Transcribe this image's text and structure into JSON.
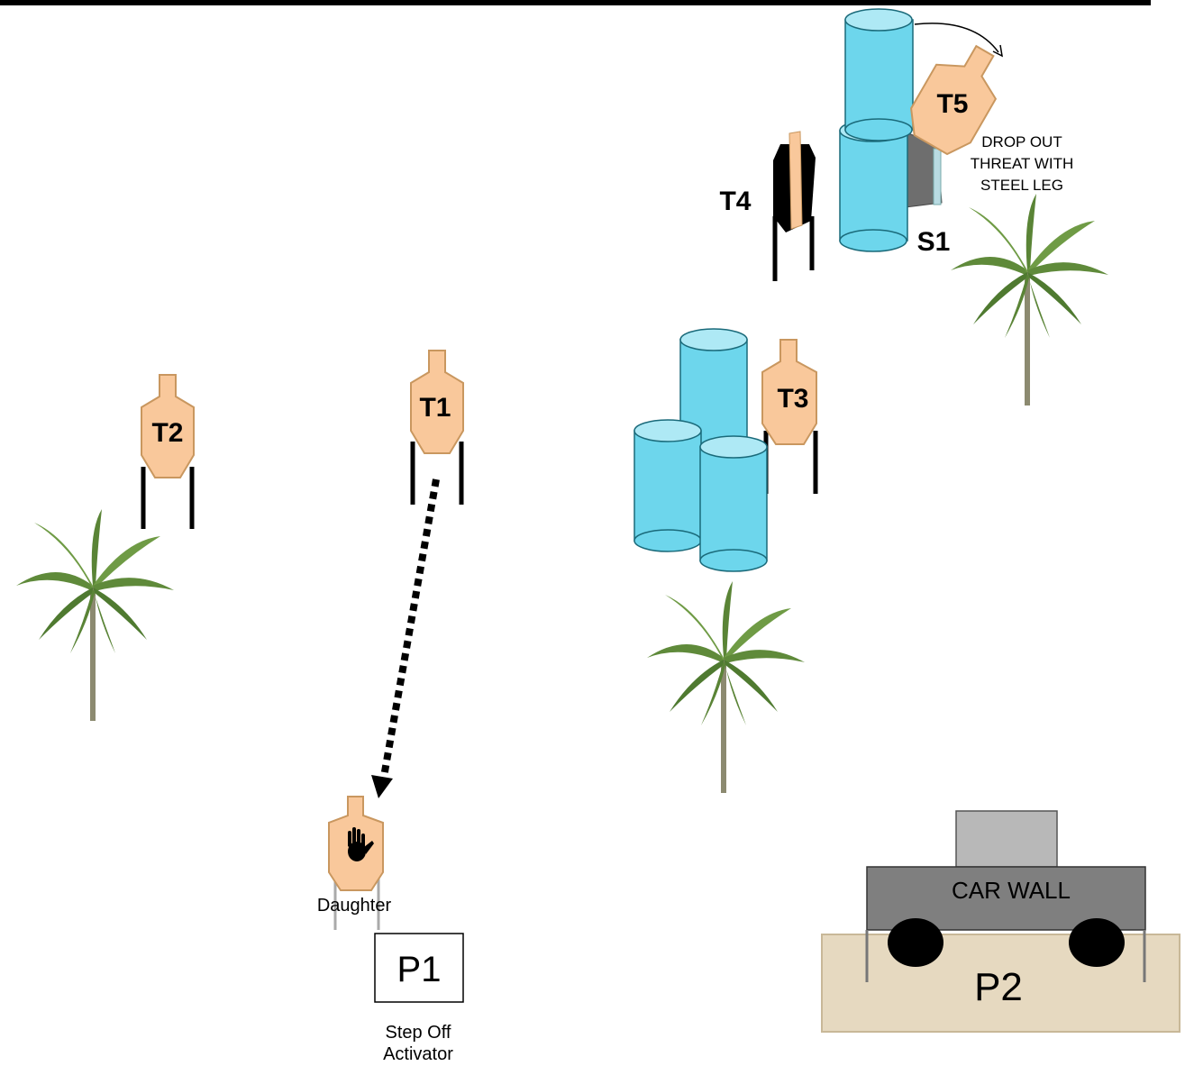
{
  "targets": {
    "t1": "T1",
    "t2": "T2",
    "t3": "T3",
    "t4": "T4",
    "t5": "T5"
  },
  "steel": {
    "s1": "S1"
  },
  "notes": {
    "drop_out_line1": "DROP OUT",
    "drop_out_line2": "THREAT WITH",
    "drop_out_line3": "STEEL LEG"
  },
  "no_shoot": {
    "label": "Daughter"
  },
  "positions": {
    "p1": "P1",
    "p2": "P2",
    "step_off_line1": "Step Off",
    "step_off_line2": "Activator"
  },
  "props": {
    "car_wall": "CAR WALL"
  },
  "colors": {
    "target_fill": "#f9c89b",
    "barrel_fill": "#6dd6ec",
    "barrel_top": "#aee9f5",
    "car_body": "#7f7f7f",
    "car_top": "#b8b8b8",
    "sand": "#e6d9c0",
    "frond": "#5f8a3a",
    "trunk": "#8c8a70"
  }
}
